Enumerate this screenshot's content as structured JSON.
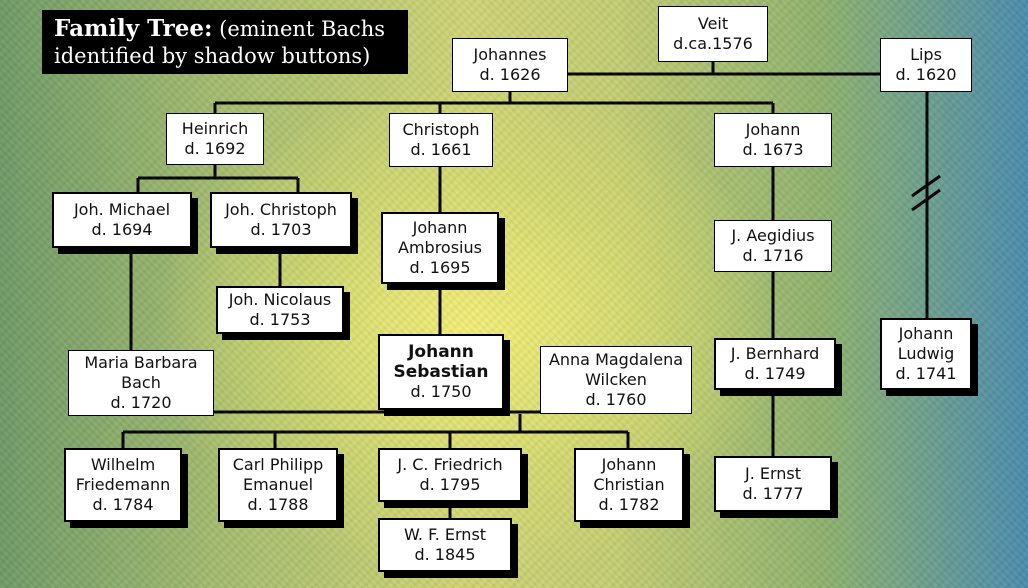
{
  "title": {
    "bold": "Family Tree:",
    "rest": "(eminent Bachs",
    "line2": "identified by shadow buttons)"
  },
  "nodes": {
    "veit": {
      "lines": [
        "Veit",
        "d.ca.1576"
      ]
    },
    "johannes": {
      "lines": [
        "Johannes",
        "d. 1626"
      ]
    },
    "lips": {
      "lines": [
        "Lips",
        "d. 1620"
      ]
    },
    "heinrich": {
      "lines": [
        "Heinrich",
        "d. 1692"
      ]
    },
    "christoph": {
      "lines": [
        "Christoph",
        "d. 1661"
      ]
    },
    "johann1673": {
      "lines": [
        "Johann",
        "d. 1673"
      ]
    },
    "johmichael": {
      "lines": [
        "Joh. Michael",
        "d. 1694"
      ]
    },
    "johchristoph": {
      "lines": [
        "Joh. Christoph",
        "d. 1703"
      ]
    },
    "ambrosius": {
      "lines": [
        "Johann",
        "Ambrosius",
        "d. 1695"
      ]
    },
    "aegidius": {
      "lines": [
        "J. Aegidius",
        "d. 1716"
      ]
    },
    "nicolaus": {
      "lines": [
        "Joh. Nicolaus",
        "d. 1753"
      ]
    },
    "ludwig": {
      "lines": [
        "Johann",
        "Ludwig",
        "d. 1741"
      ]
    },
    "mariabarbara": {
      "lines": [
        "Maria Barbara",
        "Bach",
        "d. 1720"
      ]
    },
    "sebastian": {
      "lines": [
        "Johann",
        "Sebastian",
        "d. 1750"
      ]
    },
    "annamagdalena": {
      "lines": [
        "Anna Magdalena",
        "Wilcken",
        "d. 1760"
      ]
    },
    "bernhard": {
      "lines": [
        "J. Bernhard",
        "d. 1749"
      ]
    },
    "wilhelm": {
      "lines": [
        "Wilhelm",
        "Friedemann",
        "d. 1784"
      ]
    },
    "carlphilipp": {
      "lines": [
        "Carl Philipp",
        "Emanuel",
        "d. 1788"
      ]
    },
    "jcfriedrich": {
      "lines": [
        "J. C. Friedrich",
        "d. 1795"
      ]
    },
    "johannchristian": {
      "lines": [
        "Johann",
        "Christian",
        "d. 1782"
      ]
    },
    "ernst": {
      "lines": [
        "J. Ernst",
        "d. 1777"
      ]
    },
    "wfernst": {
      "lines": [
        "W. F. Ernst",
        "d. 1845"
      ]
    }
  }
}
